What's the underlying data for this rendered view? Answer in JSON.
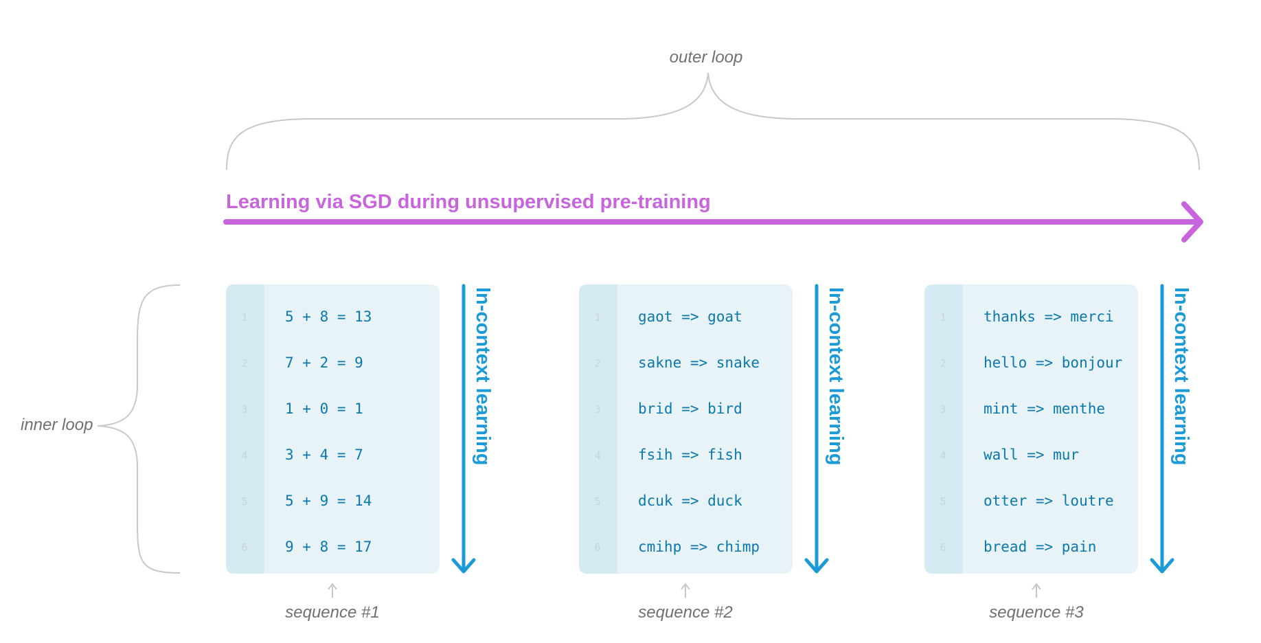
{
  "outer_loop_label": "outer loop",
  "inner_loop_label": "inner loop",
  "title": "Learning via SGD during unsupervised pre-training",
  "icl_label": "In-context learning",
  "colors": {
    "title": "#c864dc",
    "accent": "#1a9ad6",
    "code": "#0a78ac",
    "panel": "#e8f3f8",
    "gutter": "#d6eaf3",
    "brace": "#c8c8c8",
    "label": "#707070"
  },
  "sequences": [
    {
      "label": "sequence #1",
      "lines": [
        {
          "num": "1",
          "text": "5 + 8 = 13"
        },
        {
          "num": "2",
          "text": "7 + 2 = 9"
        },
        {
          "num": "3",
          "text": "1 + 0 = 1"
        },
        {
          "num": "4",
          "text": "3 + 4 = 7"
        },
        {
          "num": "5",
          "text": "5 + 9 = 14"
        },
        {
          "num": "6",
          "text": "9 + 8 = 17"
        }
      ]
    },
    {
      "label": "sequence #2",
      "lines": [
        {
          "num": "1",
          "text": "gaot => goat"
        },
        {
          "num": "2",
          "text": "sakne => snake"
        },
        {
          "num": "3",
          "text": "brid => bird"
        },
        {
          "num": "4",
          "text": "fsih => fish"
        },
        {
          "num": "5",
          "text": "dcuk => duck"
        },
        {
          "num": "6",
          "text": "cmihp => chimp"
        }
      ]
    },
    {
      "label": "sequence #3",
      "lines": [
        {
          "num": "1",
          "text": "thanks => merci"
        },
        {
          "num": "2",
          "text": "hello => bonjour"
        },
        {
          "num": "3",
          "text": "mint => menthe"
        },
        {
          "num": "4",
          "text": "wall => mur"
        },
        {
          "num": "5",
          "text": "otter => loutre"
        },
        {
          "num": "6",
          "text": "bread => pain"
        }
      ]
    }
  ]
}
